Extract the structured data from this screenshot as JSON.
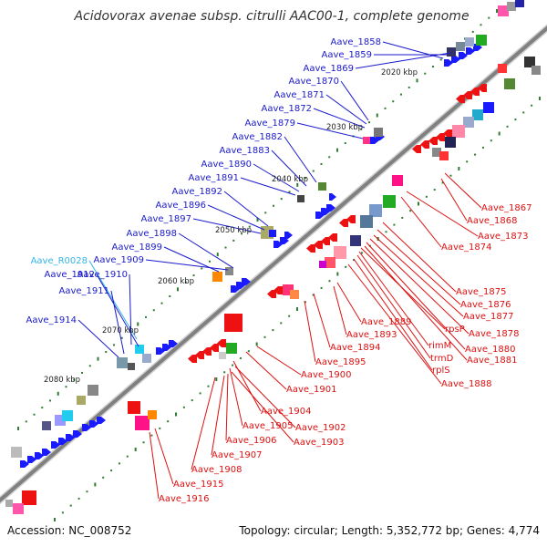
{
  "title": "Acidovorax avenae subsp. citrulli AAC00-1, complete genome",
  "footer": {
    "accession": "Accession: NC_008752",
    "summary": "Topology: circular; Length: 5,352,772 bp; Genes: 4,774"
  },
  "colors": {
    "backbone": "#808080",
    "forward_label": "#1a1acc",
    "reverse_label": "#dd1111",
    "rna_label": "#33b5e5",
    "tick": "#2e7d32"
  },
  "kbp_markers": [
    "2020 kbp",
    "2030 kbp",
    "2040 kbp",
    "2050 kbp",
    "2060 kbp",
    "2070 kbp",
    "2080 kbp"
  ],
  "forward_labels": [
    "Aave_1858",
    "Aave_1859",
    "Aave_1869",
    "Aave_1870",
    "Aave_1871",
    "Aave_1872",
    "Aave_1879",
    "Aave_1882",
    "Aave_1883",
    "Aave_1890",
    "Aave_1891",
    "Aave_1892",
    "Aave_1896",
    "Aave_1897",
    "Aave_1898",
    "Aave_1899",
    "Aave_1909",
    "Aave_R0028",
    "Aave_1912",
    "Aave_1910",
    "Aave_1911",
    "Aave_1914"
  ],
  "reverse_labels": [
    "Aave_1867",
    "Aave_1868",
    "Aave_1873",
    "Aave_1874",
    "Aave_1875",
    "Aave_1876",
    "Aave_1877",
    "Aave_1878",
    "Aave_1880",
    "Aave_1881",
    "Aave_1888",
    "rplS",
    "trmD",
    "rimM",
    "rpsP",
    "Aave_1889",
    "Aave_1893",
    "Aave_1894",
    "Aave_1895",
    "Aave_1900",
    "Aave_1901",
    "Aave_1904",
    "Aave_1902",
    "Aave_1905",
    "Aave_1903",
    "Aave_1906",
    "Aave_1907",
    "Aave_1908",
    "Aave_1915",
    "Aave_1916"
  ]
}
